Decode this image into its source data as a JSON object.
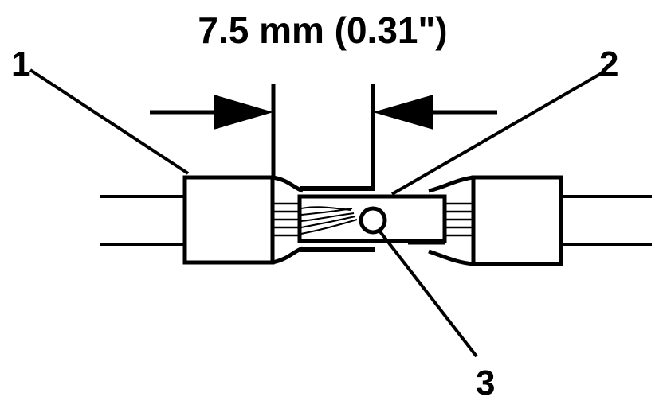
{
  "dimension": {
    "label": "7.5 mm (0.31\")"
  },
  "callouts": [
    {
      "number": "1"
    },
    {
      "number": "2"
    },
    {
      "number": "3"
    }
  ],
  "colors": {
    "ink": "#000000",
    "background": "#ffffff"
  }
}
